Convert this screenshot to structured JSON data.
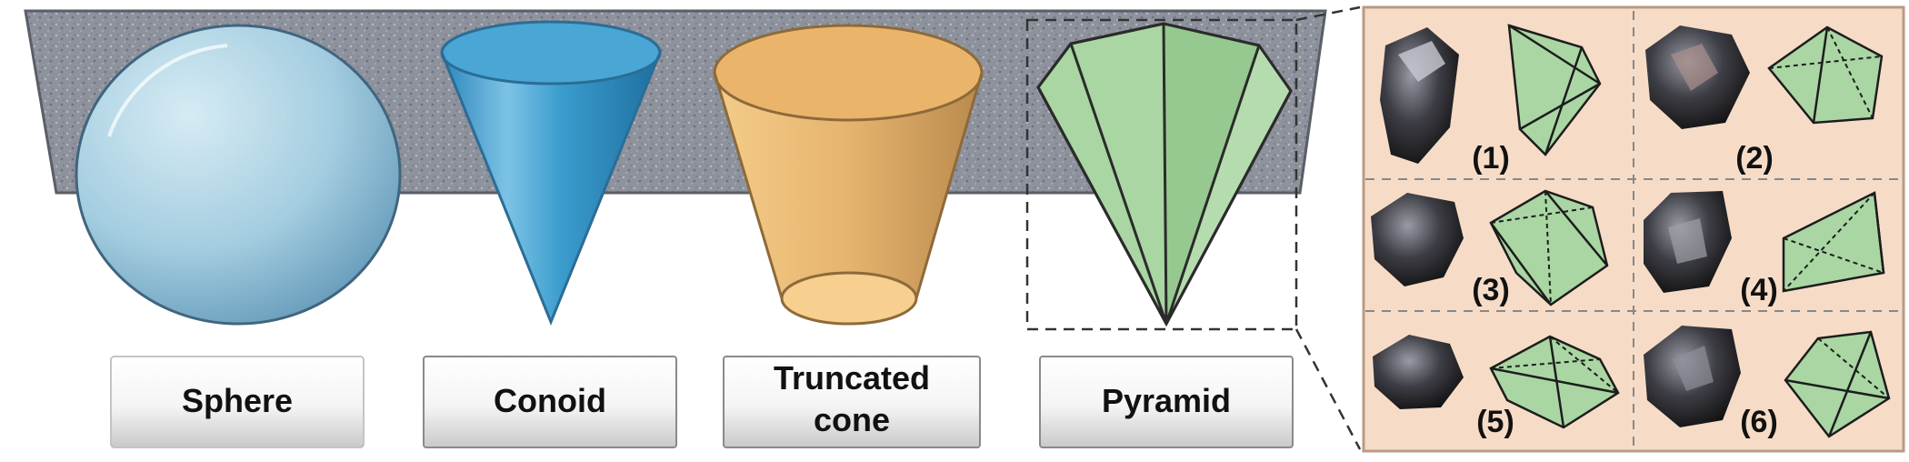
{
  "shapes": {
    "sphere": "Sphere",
    "conoid": "Conoid",
    "truncated_cone_line1": "Truncated",
    "truncated_cone_line2": "cone",
    "pyramid": "Pyramid"
  },
  "samples": {
    "labels": [
      "(1)",
      "(2)",
      "(3)",
      "(4)",
      "(5)",
      "(6)"
    ]
  },
  "colors": {
    "substrate": "#8e929c",
    "sphere": "#8fc3dd",
    "conoid": "#3a9ccd",
    "truncated_cone": "#e6b46e",
    "pyramid": "#a9d6a3",
    "panel_bg": "#f6dcc7"
  }
}
